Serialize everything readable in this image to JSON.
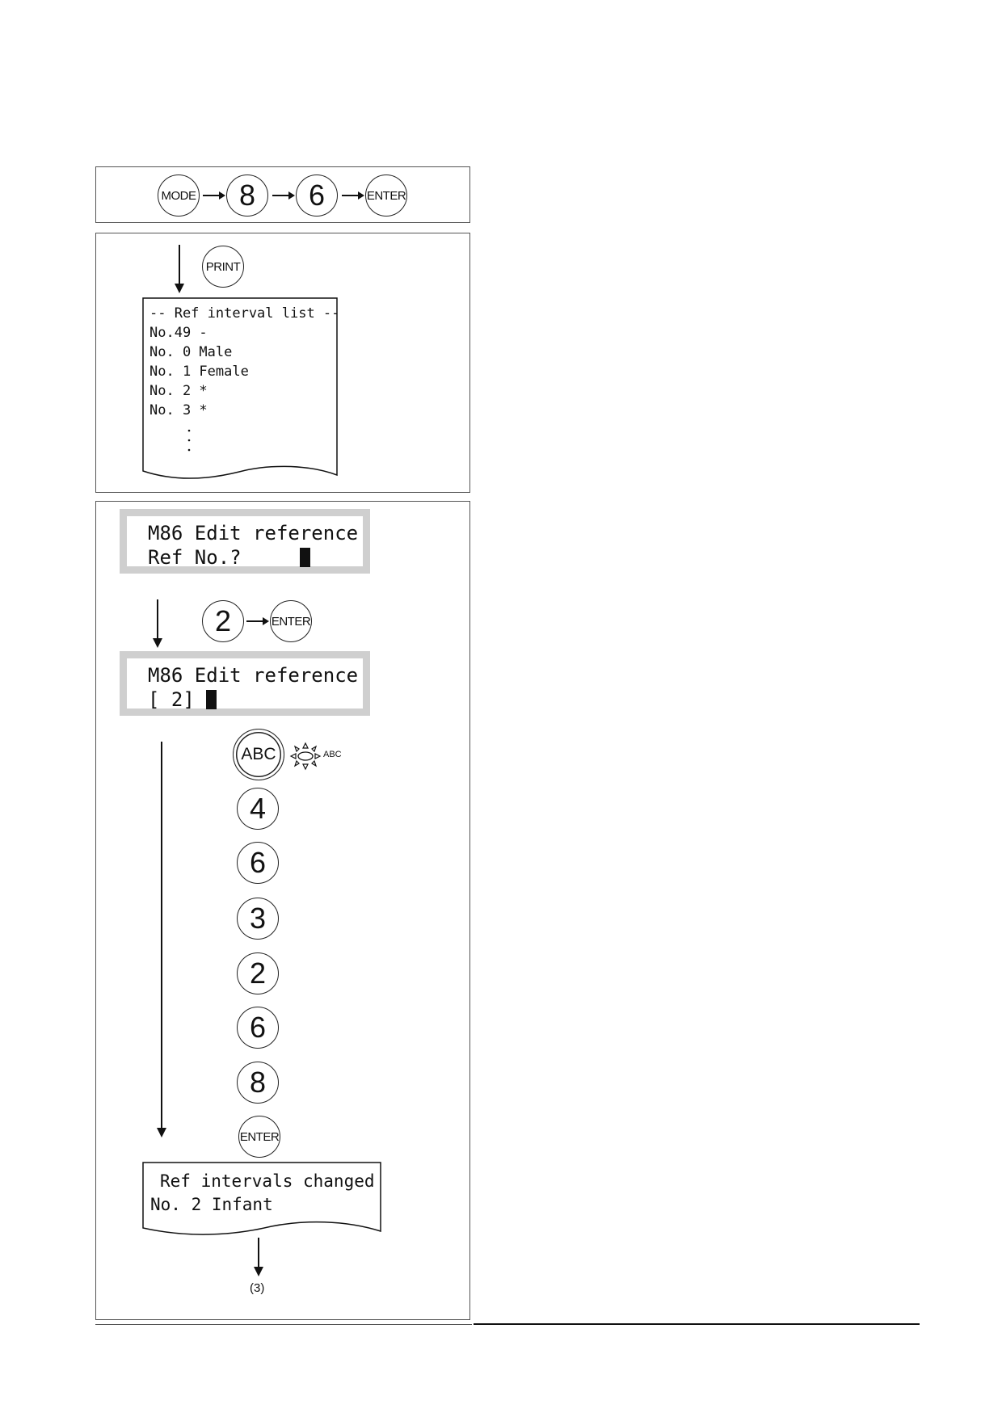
{
  "keys": {
    "mode": "MODE",
    "eight": "8",
    "six": "6",
    "enter": "ENTER",
    "print": "PRINT",
    "two": "2",
    "abc": "ABC",
    "abc_lamp": "ABC",
    "seq": [
      "4",
      "6",
      "3",
      "2",
      "6",
      "8"
    ]
  },
  "printout_list": {
    "lines": [
      "-- Ref interval list --",
      "No.49 -",
      "No. 0 Male",
      "No. 1 Female",
      "No. 2 *",
      "No. 3 *"
    ]
  },
  "lcd1": {
    "line1": "M86 Edit reference",
    "line2": "Ref No.?"
  },
  "lcd2": {
    "line1": "M86 Edit reference",
    "line2": "[ 2]"
  },
  "printout_result": {
    "line1": "Ref intervals changed",
    "line2": "No. 2 Infant"
  },
  "next_step": "(3)"
}
